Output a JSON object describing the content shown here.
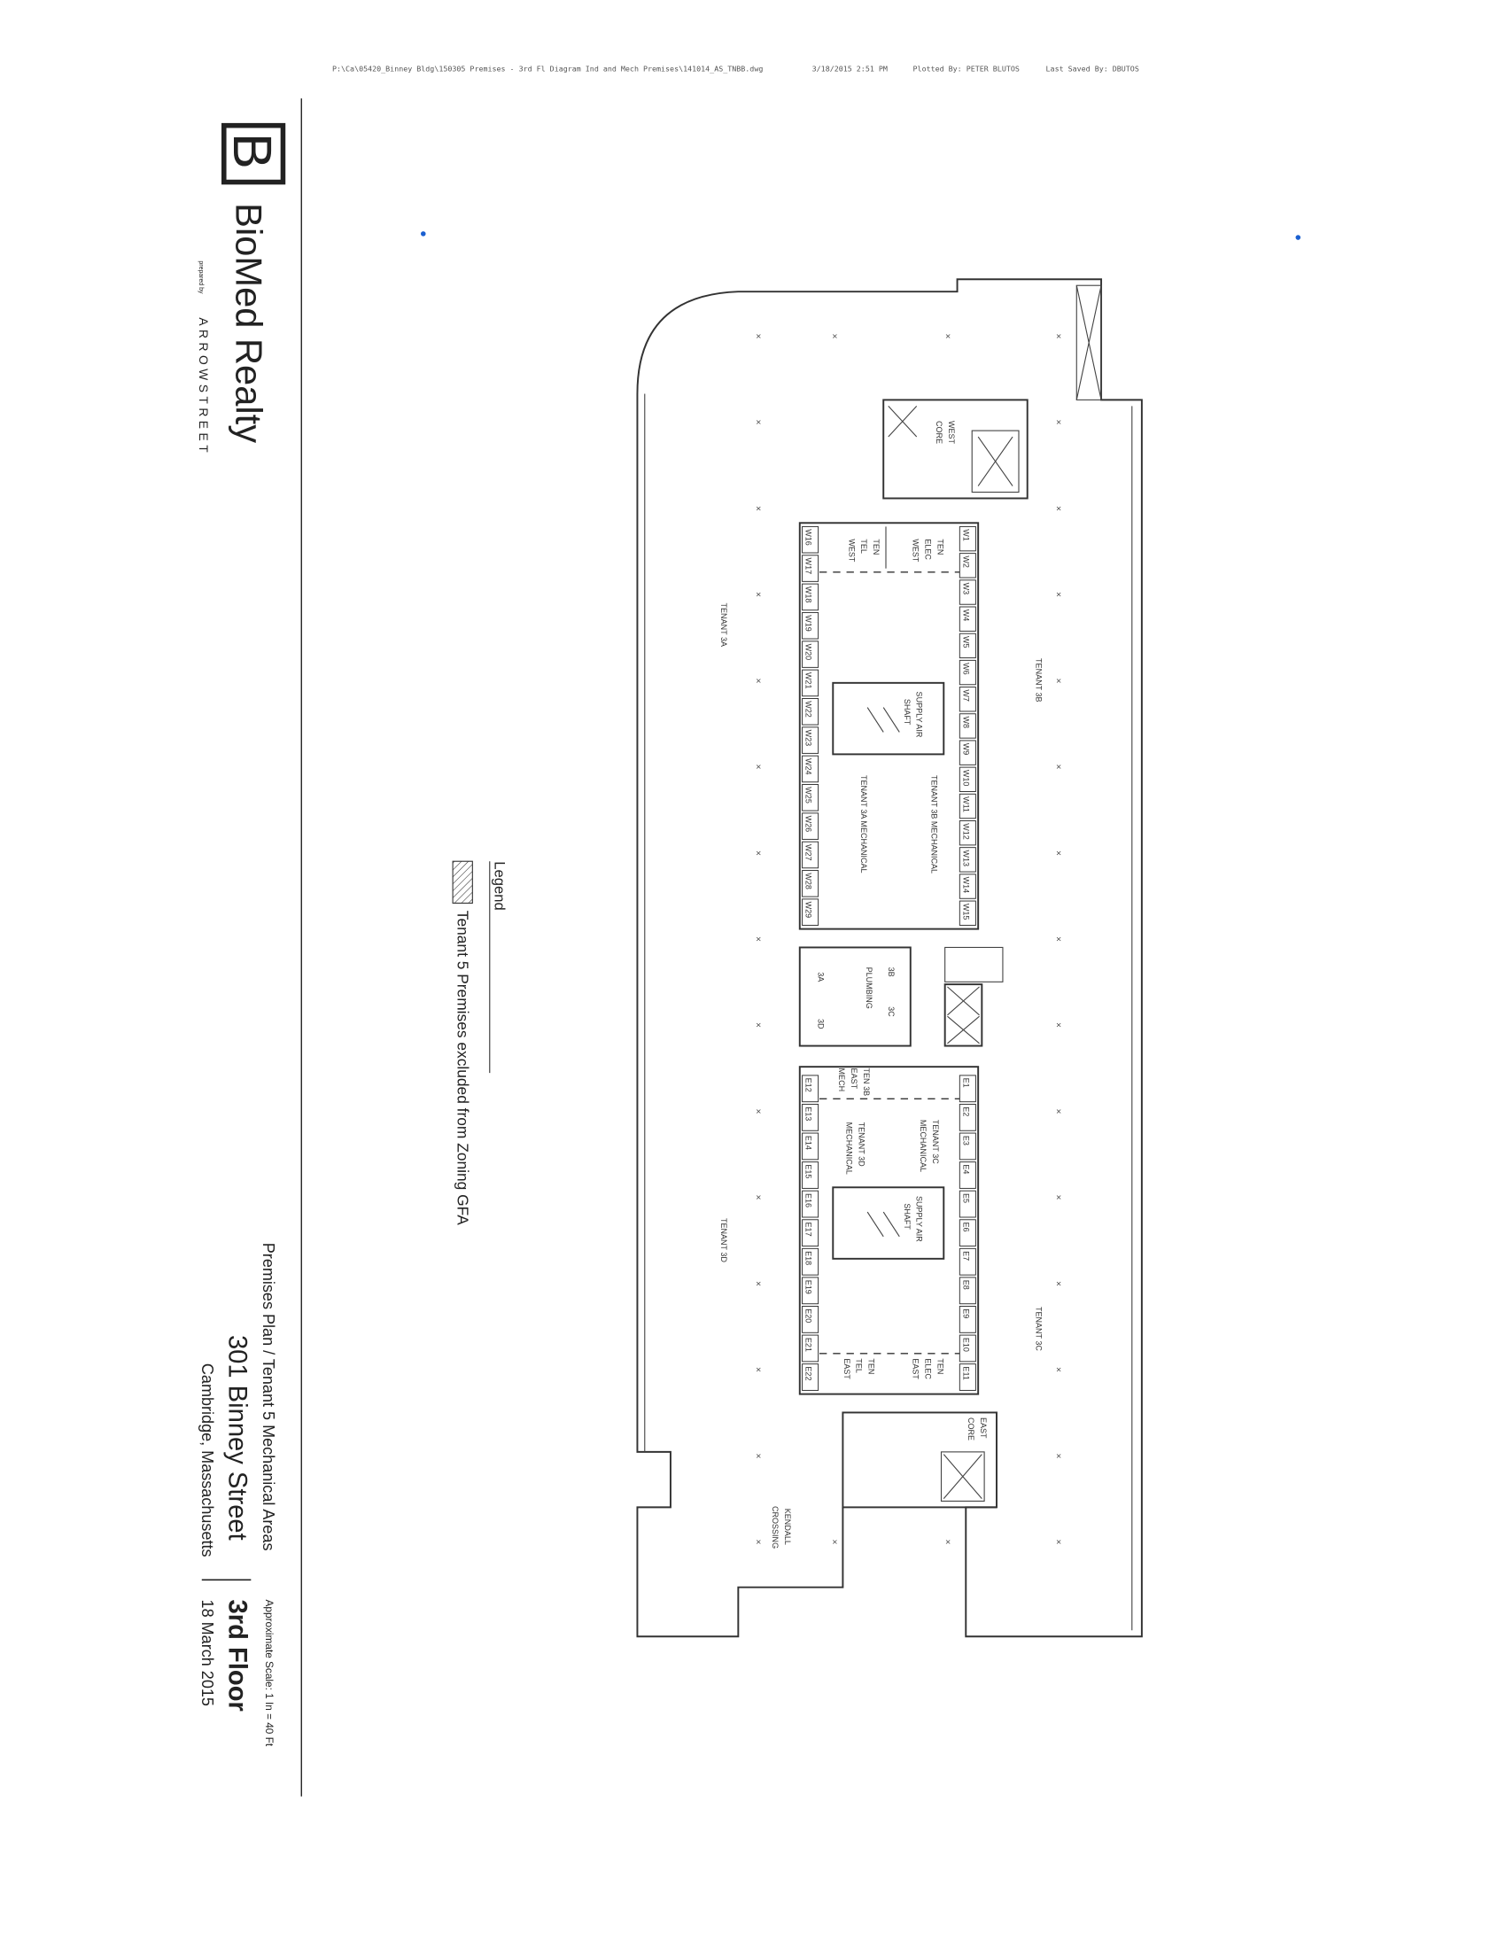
{
  "header": {
    "file_path": "P:\\Ca\\05420_Binney Bldg\\150305 Premises - 3rd Fl Diagram Ind and Mech Premises\\141014_AS_TNBB.dwg",
    "plot_date": "3/18/2015 2:51 PM",
    "plotted_by": "Plotted By: PETER BLUTOS",
    "saved_by": "Last Saved By: DBUTOS"
  },
  "brand": {
    "logo_mark": "B",
    "name": "BioMed Realty",
    "partner_prefix": "prepared by",
    "partner": "ARROWSTREET"
  },
  "title_block": {
    "subtitle": "Premises Plan / Tenant 5 Mechanical Areas",
    "address": "301 Binney Street",
    "city": "Cambridge, Massachusetts",
    "scale": "Approximate Scale: 1 In = 40 Ft",
    "floor": "3rd Floor",
    "date": "18 March 2015"
  },
  "legend": {
    "title": "Legend",
    "items": [
      {
        "label": "Tenant 5 Premises excluded from Zoning GFA"
      }
    ]
  },
  "plan": {
    "tenants": {
      "t3a": "TENANT 3A",
      "t3b": "TENANT 3B",
      "t3c": "TENANT 3C",
      "t3d": "TENANT 3D"
    },
    "kendall": [
      "KENDALL",
      "CROSSING"
    ],
    "west_core": [
      "WEST",
      "CORE"
    ],
    "east_core": [
      "EAST",
      "CORE"
    ],
    "west_mech": {
      "elec": [
        "TEN",
        "ELEC",
        "WEST"
      ],
      "tel": [
        "TEN",
        "TEL",
        "WEST"
      ],
      "shaft": [
        "SUPPLY AIR",
        "SHAFT"
      ],
      "mech_3b": "TENANT 3B MECHANICAL",
      "mech_3a": "TENANT 3A MECHANICAL",
      "units_right": [
        "W1",
        "W2",
        "W3",
        "W4",
        "W5",
        "W6",
        "W7",
        "W8",
        "W9",
        "W10",
        "W11",
        "W12",
        "W13",
        "W14",
        "W15"
      ],
      "units_left": [
        "W16",
        "W17",
        "W18",
        "W19",
        "W20",
        "W21",
        "W22",
        "W23",
        "W24",
        "W25",
        "W26",
        "W27",
        "W28",
        "W29"
      ]
    },
    "plumbing": {
      "title": "PLUMBING",
      "tags": [
        "3B",
        "3C",
        "3A",
        "3D"
      ]
    },
    "east_mech": {
      "east_mech": [
        "TEN 3B",
        "EAST",
        "MECH"
      ],
      "mech_3c": [
        "TENANT 3C",
        "MECHANICAL"
      ],
      "mech_3d": [
        "TENANT 3D",
        "MECHANICAL"
      ],
      "shaft": [
        "SUPPLY AIR",
        "SHAFT"
      ],
      "elec": [
        "TEN",
        "ELEC",
        "EAST"
      ],
      "tel": [
        "TEN",
        "TEL",
        "EAST"
      ],
      "units_right": [
        "E1",
        "E2",
        "E3",
        "E4",
        "E5",
        "E6",
        "E7",
        "E8",
        "E9",
        "E10",
        "E11"
      ],
      "units_left": [
        "E12",
        "E13",
        "E14",
        "E15",
        "E16",
        "E17",
        "E18",
        "E19",
        "E20",
        "E21",
        "E22"
      ]
    }
  },
  "colors": {
    "ink": "#222222",
    "mark": "#1a5fd0"
  }
}
